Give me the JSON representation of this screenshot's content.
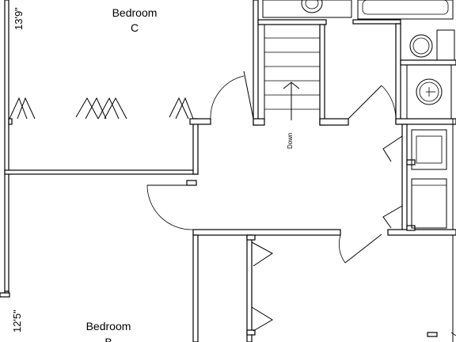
{
  "rooms": {
    "bedroom_c": {
      "name": "Bedroom",
      "letter": "C",
      "dimension": "13'9\""
    },
    "bedroom_b": {
      "name": "Bedroom",
      "letter": "B",
      "dimension": "12'5\""
    }
  },
  "stairs": {
    "label": "Down"
  }
}
